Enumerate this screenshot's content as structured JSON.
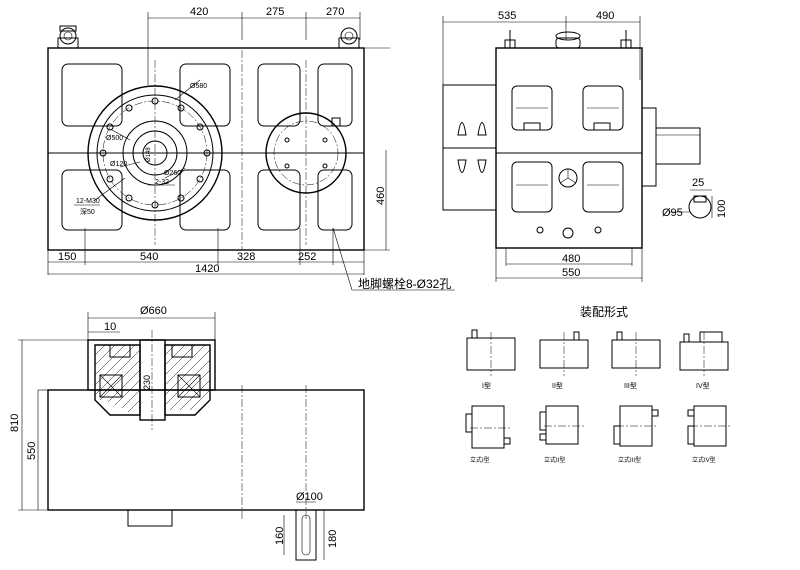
{
  "front_view": {
    "dims_top": [
      "420",
      "275",
      "270"
    ],
    "dims_bottom": [
      "150",
      "540",
      "328",
      "252"
    ],
    "overall_width": "1420",
    "height": "460",
    "large_hole": {
      "d580": "Ø580",
      "d500": "Ø500",
      "d260": "Ø260",
      "d120": "Ø120",
      "d148": "Ø148",
      "bore": "2-32",
      "bolts": "12-M30",
      "depth": "深50"
    },
    "foundation_note": "地脚螺栓8-Ø32孔"
  },
  "side_view": {
    "dims_top": [
      "535",
      "490"
    ],
    "dims_bottom": [
      "480",
      "550"
    ],
    "shaft_key": "25",
    "shaft_dia": "Ø95",
    "shaft_height": "100"
  },
  "section_view": {
    "d660": "Ø660",
    "d10": "10",
    "d230": "230",
    "h810": "810",
    "h550": "550",
    "d100": "Ø100",
    "h160": "160",
    "h180": "180"
  },
  "assembly": {
    "title": "装配形式",
    "horizontal_labels": [
      "I型",
      "II型",
      "III型",
      "IV型"
    ],
    "vertical_labels": [
      "立式I型",
      "立式II型",
      "立式III型",
      "立式IV型"
    ]
  }
}
